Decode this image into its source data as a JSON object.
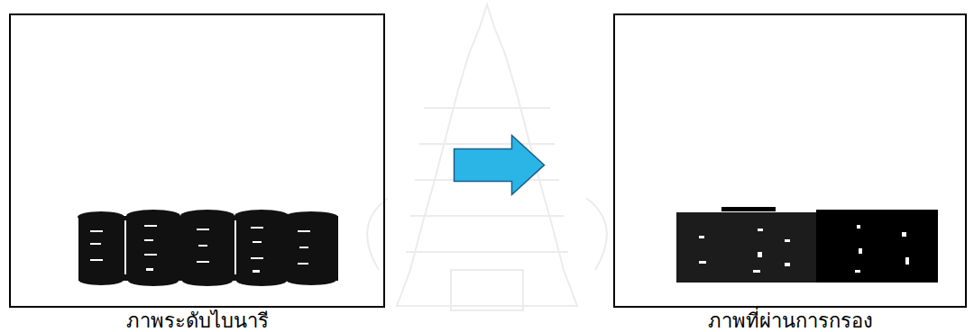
{
  "diagram": {
    "nodes": [
      {
        "text": [
          "ภาพระดับไบนารี"
        ]
      },
      {
        "text": [
          "ภาพที่ผ่านการกรอง"
        ]
      }
    ],
    "edges": [
      {
        "from": 0,
        "to": 1,
        "arrow": "to"
      }
    ]
  }
}
